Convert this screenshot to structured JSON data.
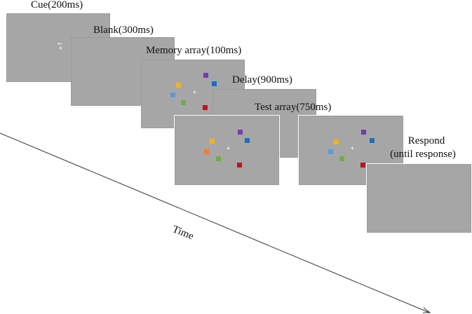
{
  "stages": {
    "cue": {
      "label": "Cue(200ms)",
      "arrow": "←",
      "fixation": "+"
    },
    "blank": {
      "label": "Blank(300ms)"
    },
    "memory": {
      "label": "Memory array(100ms)",
      "fixation": "+"
    },
    "delay": {
      "label": "Delay(900ms)"
    },
    "test_left": {
      "label": "Test array(750ms)",
      "fixation": "+"
    },
    "test_right": {
      "fixation": "+"
    },
    "respond": {
      "label_line1": "Respond",
      "label_line2": "(until response)"
    }
  },
  "timeline": {
    "label": "Time"
  },
  "colors": {
    "panel": "#a6a6a6",
    "yellow": "#f2b21f",
    "purple": "#7a3ab0",
    "blue": "#1a6fc2",
    "lightblue": "#5b9bd5",
    "green": "#6fae44",
    "red": "#c0121b",
    "orange": "#ee7d31"
  }
}
